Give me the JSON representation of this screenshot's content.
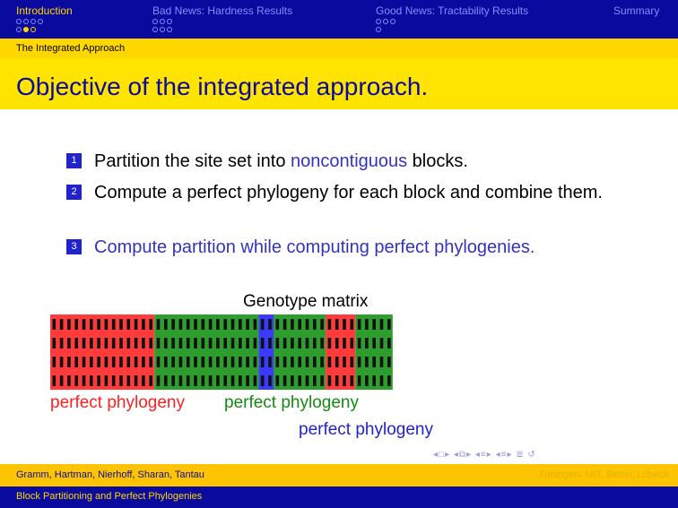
{
  "nav": {
    "sections": [
      {
        "title": "Introduction",
        "rows": [
          [
            "o",
            "o",
            "o",
            "o"
          ],
          [
            "o",
            "f",
            "o"
          ]
        ]
      },
      {
        "title": "Bad News: Hardness Results",
        "rows": [
          [
            "o",
            "o",
            "o"
          ],
          [
            "o",
            "o",
            "o"
          ]
        ]
      },
      {
        "title": "Good News: Tractability Results",
        "rows": [
          [
            "o",
            "o",
            "o"
          ],
          [
            "o"
          ]
        ]
      },
      {
        "title": "Summary",
        "rows": []
      }
    ]
  },
  "subsection": "The Integrated Approach",
  "frame_title": "Objective of the integrated approach.",
  "items": [
    {
      "number": "1",
      "parts": [
        {
          "text": "Partition the site set into ",
          "blue": false
        },
        {
          "text": "noncontiguous",
          "blue": true
        },
        {
          "text": " blocks.",
          "blue": false
        }
      ]
    },
    {
      "number": "2",
      "parts": [
        {
          "text": "Compute a perfect phylogeny for each block and combine them.",
          "blue": false
        }
      ]
    },
    {
      "number": "3",
      "parts": [
        {
          "text": "Compute partition while computing perfect phylogenies.",
          "blue": true
        }
      ]
    }
  ],
  "matrix": {
    "title": "Genotype matrix",
    "rows": 4,
    "blocks": [
      {
        "color": "#ff3b3b",
        "columns": 14
      },
      {
        "color": "#2d9e2d",
        "columns": 14
      },
      {
        "color": "#3a3aff",
        "columns": 2
      },
      {
        "color": "#2d9e2d",
        "columns": 7
      },
      {
        "color": "#ff3b3b",
        "columns": 4
      },
      {
        "color": "#2d9e2d",
        "columns": 5
      }
    ]
  },
  "labels": {
    "red": "perfect phylogeny",
    "green": "perfect phylogeny",
    "blue": "perfect phylogeny"
  },
  "colors": {
    "red": "#ff2020",
    "green": "#148c14",
    "blue": "#2222cc"
  },
  "footer": {
    "author": "Gramm, Hartman, Nierhoff, Sharan, Tantau",
    "institute": "Tübingen, MIT, Berlin, Lübeck",
    "talk_title": "Block Partitioning and Perfect Phylogenies"
  }
}
